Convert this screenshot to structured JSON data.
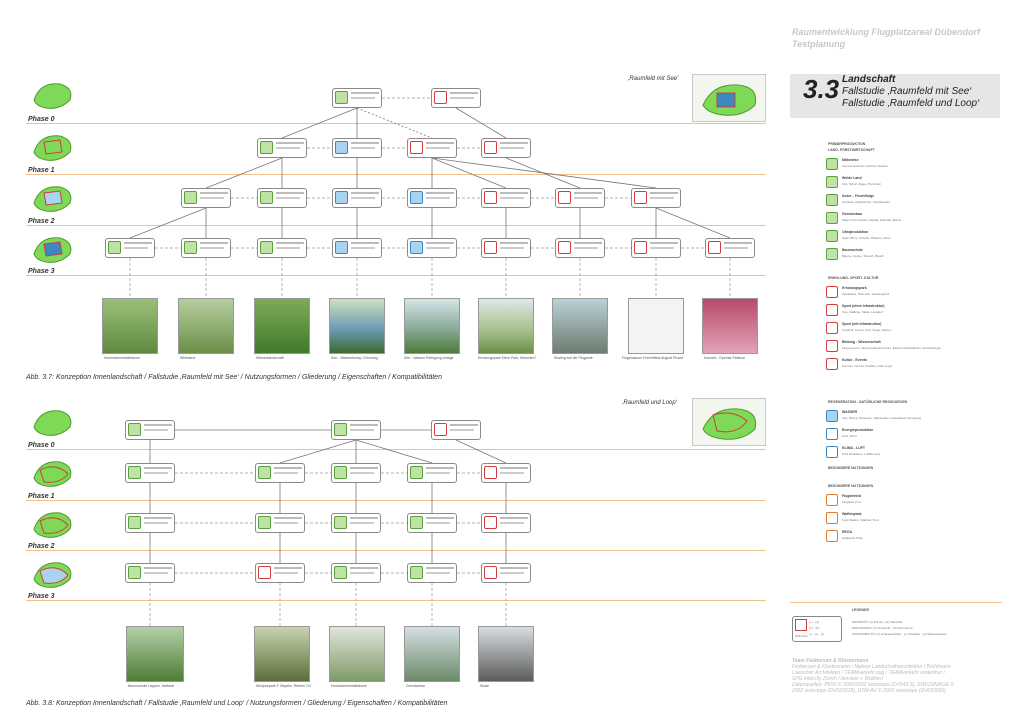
{
  "header": {
    "title": "Raumentwicklung Flugplatzareal Dübendorf",
    "subtitle": "Testplanung",
    "section_number": "3.3",
    "section_title": "Landschaft",
    "case1": "Fallstudie ‚Raumfeld mit See‘",
    "case2": "Fallstudie ‚Raumfeld und Loop‘"
  },
  "diagram1": {
    "tag": "‚Raumfeld mit See‘",
    "phases": [
      "Phase 0",
      "Phase 1",
      "Phase 2",
      "Phase 3"
    ],
    "photos": [
      "Hochstammobstbäume",
      "Wildeland",
      "Wiesenlandschaft",
      "See - Wasserbiotop, Erholung",
      "See - Wasser Reinigung Anlage",
      "Erholungspark Stern Park, München?",
      "Skating auf der Flugpiste",
      "Flugmuseum Freizeitfest August Picard",
      "Konzert - Openair Festival"
    ],
    "caption": "Abb. 3.7: Konzeption Innenlandschaft / Fallstudie ‚Raumfeld mit See‘ / Nutzungsformen / Gliederung / Eigenschaften / Kompatibilitäten"
  },
  "diagram2": {
    "tag": "‚Raumfeld und Loop‘",
    "phases": [
      "Phase 0",
      "Phase 1",
      "Phase 2",
      "Phase 3"
    ],
    "photos": [
      "Baumschule Lappen, Nettetal",
      "Skulpturpark F. Beyeler, Riehen CH",
      "Hochstammobstbäume",
      "Gemüsebau",
      "Skate"
    ],
    "caption": "Abb. 3.8: Konzeption Innenlandschaft / Fallstudie ‚Raumfeld und Loop‘ / Nutzungsformen / Gliederung / Eigenschaften / Kompatibilitäten"
  },
  "legend": {
    "primaer_title": "PRIMÄRPRODUKTION",
    "primaer_sub": "LAND- FORSTWIRTSCHAFT",
    "primaer_items": [
      {
        "t": "Mähwiese",
        "s": "Intensiv-Extensiv mit/ohne Hecken"
      },
      {
        "t": "Weide Land",
        "s": "Kuh, Schaf, Ziege, Pferd Heh"
      },
      {
        "t": "Acker - Fruchtfolge",
        "s": "Getreide, Hackfrüchte, Sonderkultur"
      },
      {
        "t": "Gemüsebau",
        "s": "Salat, Kohl, Karotte, Bauda, Kartoffel, Bohne"
      },
      {
        "t": "Obstproduktion",
        "s": "Apfel, Birne, Kirsche, Pflaume, Nuss"
      },
      {
        "t": "Baumschule",
        "s": "Bäume, Hecke, Strauch, Bauch"
      }
    ],
    "erholung_title": "ERHOLUNG- SPORT- KULTUR",
    "erholung_items": [
      {
        "t": "Erholungspark",
        "s": "Spielwiese, Pick-nick, Spielangebot"
      },
      {
        "t": "Sport (ohne Infrastruktur)",
        "s": "Velo, Walking, Skate, Langlauf"
      },
      {
        "t": "Sport (mit Infrastruktur)",
        "s": "Fussball, Tennis, Golf, Segel, Drehen"
      },
      {
        "t": "Bildung - Wissenschaft",
        "s": "Flugmuseum, Interpretationszentrum, Experimentierflächen, Ausstellungen"
      },
      {
        "t": "Kultur - Events",
        "s": "Konzert, Internet Triathlon, Flair Loger"
      }
    ],
    "regen_title": "REGENERATION - NATÜRLICHE RESSOURCEN",
    "regen_items": [
      {
        "t": "WASSER",
        "s": "See, Biotop, Retention, Wasserbau, Grauwasser Reinigung"
      },
      {
        "t": "Energieproduktion",
        "s": "Holz, Wind"
      },
      {
        "t": "KLIMA - LUFT",
        "s": "CO2 Reduktion, Luftfilterung"
      }
    ],
    "besond1": "BESONDERE NUTZUNGEN",
    "besond2": "BESONDERE NUTZUNGEN",
    "besond_items": [
      {
        "t": "Flugbetrieb",
        "s": "Flugpiste 2 km"
      },
      {
        "t": "Waffenplatz",
        "s": "Funk Station, Wachter Turm"
      },
      {
        "t": "REGA",
        "s": "Helikopter Piste"
      }
    ],
    "legende": "LEGENDE",
    "leg_lines": [
      "PRIORITÄT: (1) Primär - (2) Sekundär",
      "ZEITGESTALT: (T) Temporär - (P) Permanent",
      "KOMPATIBILITÄT: (/) Entweder/Oder - (+) Simultan - (|) Nebeneinander"
    ],
    "leg_icon_label": "Wohnbau",
    "leg_codes": [
      "(+) - (2)",
      "(T) - (P)",
      "(/) - (+) - (|)"
    ]
  },
  "footer": {
    "team": "Team Feddersen & Klostermann",
    "lines": [
      "Feddersen & Klostermann / Nipkow Landschaftsarchitektur / Brühlmann",
      "Loetscher Architekten / TEAMverkehr.zug / TEAMverkehr winterthur /",
      "SPG Intercity Zürich / Amstein + Walthert",
      "Datenquellen: PK50 © 2000/2002 swisstopo (DV543.3), SWISSIMAGE ©",
      "2002 swisstopo (DV023318), DTM-AV © 2003 swisstopo (DV033036)"
    ]
  },
  "colors": {
    "accent_orange": "#f2c08a",
    "green": "#5aa03c",
    "blue": "#3c88c0",
    "red": "#d23c3c"
  }
}
